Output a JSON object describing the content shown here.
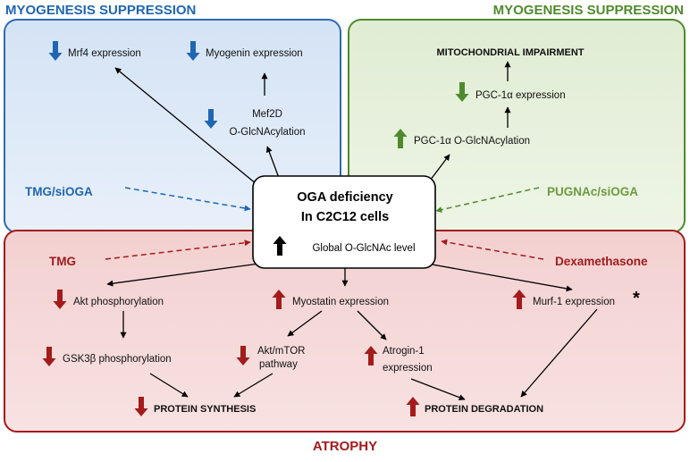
{
  "colors": {
    "blue": "#1f66b3",
    "green": "#4f8a2c",
    "red": "#a31b1b",
    "blue_fill": "#dce8f6",
    "green_fill": "#e7f0dc",
    "red_fill": "#f6d9d9"
  },
  "panels": {
    "top_left_header": "MYOGENESIS SUPPRESSION",
    "top_right_header": "MYOGENESIS SUPPRESSION",
    "bottom_header": "ATROPHY"
  },
  "center": {
    "line1": "OGA deficiency",
    "line2": "In C2C12 cells",
    "line3": "Global O-GlcNAc level"
  },
  "sources": {
    "tmg_sioga": "TMG/siOGA",
    "pugnac_sioga": "PUGNAc/siOGA",
    "tmg": "TMG",
    "dexamethasone": "Dexamethasone"
  },
  "nodes": {
    "mrf4": "Mrf4 expression",
    "myogenin": "Myogenin expression",
    "mef2d_1": "Mef2D",
    "mef2d_2": "O-GlcNAcylation",
    "mito": "MITOCHONDRIAL IMPAIRMENT",
    "pgc_expr": "PGC-1α expression",
    "pgc_glc": "PGC-1α O-GlcNAcylation",
    "akt": "Akt phosphorylation",
    "gsk": "GSK3β phosphorylation",
    "myostatin": "Myostatin expression",
    "murf": "Murf-1 expression",
    "murf_mark": "*",
    "aktmtor_1": "Akt/mTOR",
    "aktmtor_2": "pathway",
    "atrogin_1": "Atrogin-1",
    "atrogin_2": "expression",
    "synthesis": "PROTEIN SYNTHESIS",
    "degradation": "PROTEIN DEGRADATION"
  },
  "indicators": {
    "mrf4": "down",
    "myogenin": "down",
    "mef2d": "down",
    "pgc_expr": "down",
    "pgc_glc": "up",
    "global": "up",
    "akt": "down",
    "gsk": "down",
    "myostatin": "up",
    "murf": "up",
    "aktmtor": "down",
    "atrogin": "up",
    "synthesis": "down",
    "degradation": "up"
  }
}
